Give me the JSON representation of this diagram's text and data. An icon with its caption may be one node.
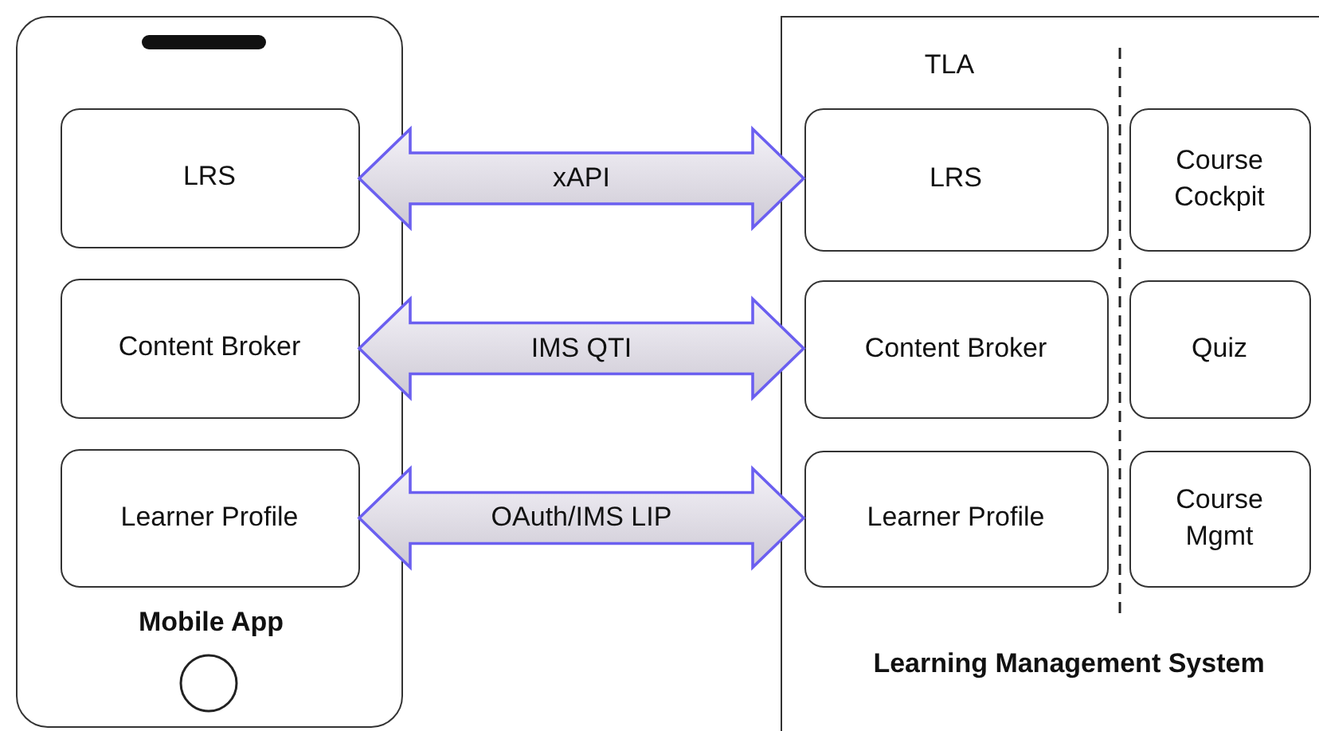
{
  "diagram": {
    "nodes": [
      {
        "text": [
          "Mobile App"
        ]
      },
      {
        "text": [
          "LRS"
        ],
        "in": 0
      },
      {
        "text": [
          "Content Broker"
        ],
        "in": 0
      },
      {
        "text": [
          "Learner Profile"
        ],
        "in": 0
      },
      {
        "text": [
          "TLA",
          "Learning Management System"
        ]
      },
      {
        "text": [
          "LRS"
        ],
        "in": 4
      },
      {
        "text": [
          "Course Cockpit"
        ],
        "in": 4
      },
      {
        "text": [
          "Content Broker"
        ],
        "in": 4
      },
      {
        "text": [
          "Quiz"
        ],
        "in": 4
      },
      {
        "text": [
          "Learner Profile"
        ],
        "in": 4
      },
      {
        "text": [
          "Course Mgmt"
        ],
        "in": 4
      }
    ],
    "edges": [
      {
        "from": 1,
        "to": 5,
        "arrow": "both",
        "label": "xAPI"
      },
      {
        "from": 2,
        "to": 7,
        "arrow": "both",
        "label": "IMS QTI"
      },
      {
        "from": 3,
        "to": 9,
        "arrow": "both",
        "label": "OAuth/IMS LIP"
      }
    ]
  }
}
